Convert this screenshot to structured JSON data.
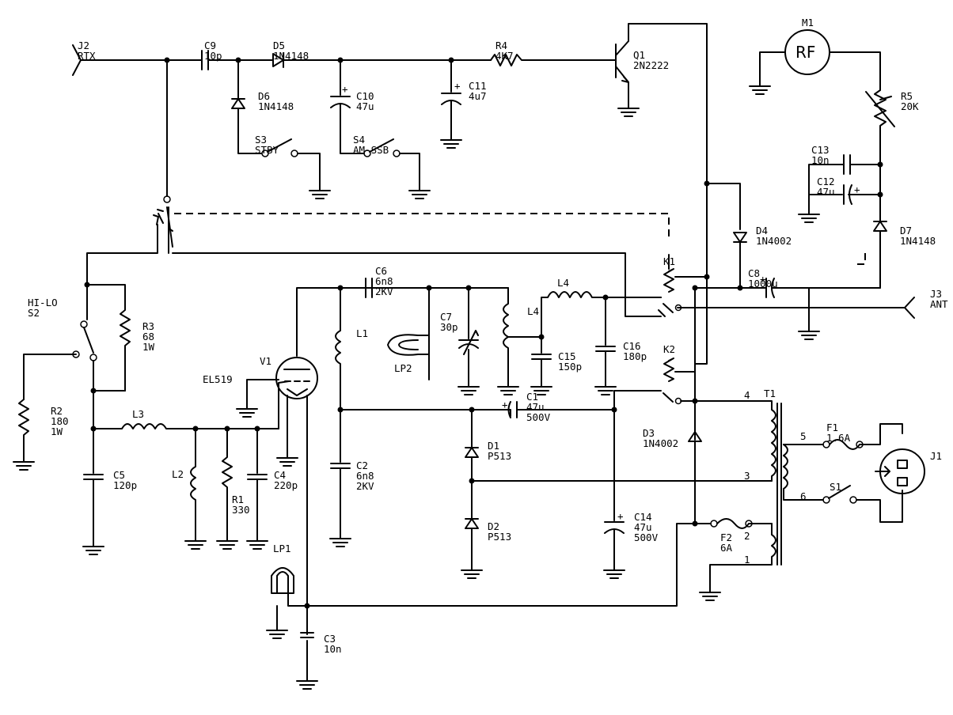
{
  "meter_text": "RF",
  "labels": [
    [
      "J2",
      "RTX"
    ],
    [
      "C9",
      "10p"
    ],
    [
      "D5",
      "1N4148"
    ],
    [
      "D6",
      "1N4148"
    ],
    [
      "C10",
      "47u"
    ],
    [
      "C11",
      "4u7"
    ],
    [
      "R4",
      "4K7"
    ],
    [
      "Q1",
      "2N2222"
    ],
    [
      "S3",
      "STBY"
    ],
    [
      "S4",
      "AM-SSB"
    ],
    [
      "M1"
    ],
    [
      "R5",
      "20K"
    ],
    [
      "C13",
      "10n"
    ],
    [
      "C12",
      "47u"
    ],
    [
      "D4",
      "1N4002"
    ],
    [
      "D7",
      "1N4148"
    ],
    [
      "K1"
    ],
    [
      "C8",
      "1000u"
    ],
    [
      "J3",
      "ANT"
    ],
    [
      "HI-LO",
      "S2"
    ],
    [
      "R3",
      "68",
      "1W"
    ],
    [
      "C6",
      "6n8",
      "2KV"
    ],
    [
      "L4"
    ],
    [
      "L1"
    ],
    [
      "C7",
      "30p"
    ],
    [
      "LP2"
    ],
    [
      "L4"
    ],
    [
      "C15",
      "150p"
    ],
    [
      "C16",
      "180p"
    ],
    [
      "K2"
    ],
    [
      "V1"
    ],
    [
      "EL519"
    ],
    [
      "R2",
      "180",
      "1W"
    ],
    [
      "L3"
    ],
    [
      "C1",
      "47u",
      "500V"
    ],
    [
      "D3",
      "1N4002"
    ],
    [
      "T1"
    ],
    [
      "F1",
      "1.6A"
    ],
    [
      "J1"
    ],
    [
      "S1"
    ],
    [
      "D1",
      "P513"
    ],
    [
      "D2",
      "P513"
    ],
    [
      "C5",
      "120p"
    ],
    [
      "L2"
    ],
    [
      "R1",
      "330"
    ],
    [
      "C4",
      "220p"
    ],
    [
      "C2",
      "6n8",
      "2KV"
    ],
    [
      "C14",
      "47u",
      "500V"
    ],
    [
      "F2",
      "6A"
    ],
    [
      "LP1"
    ],
    [
      "C3",
      "10n"
    ],
    [
      "4"
    ],
    [
      "5"
    ],
    [
      "3"
    ],
    [
      "6"
    ],
    [
      "2"
    ],
    [
      "1"
    ]
  ]
}
